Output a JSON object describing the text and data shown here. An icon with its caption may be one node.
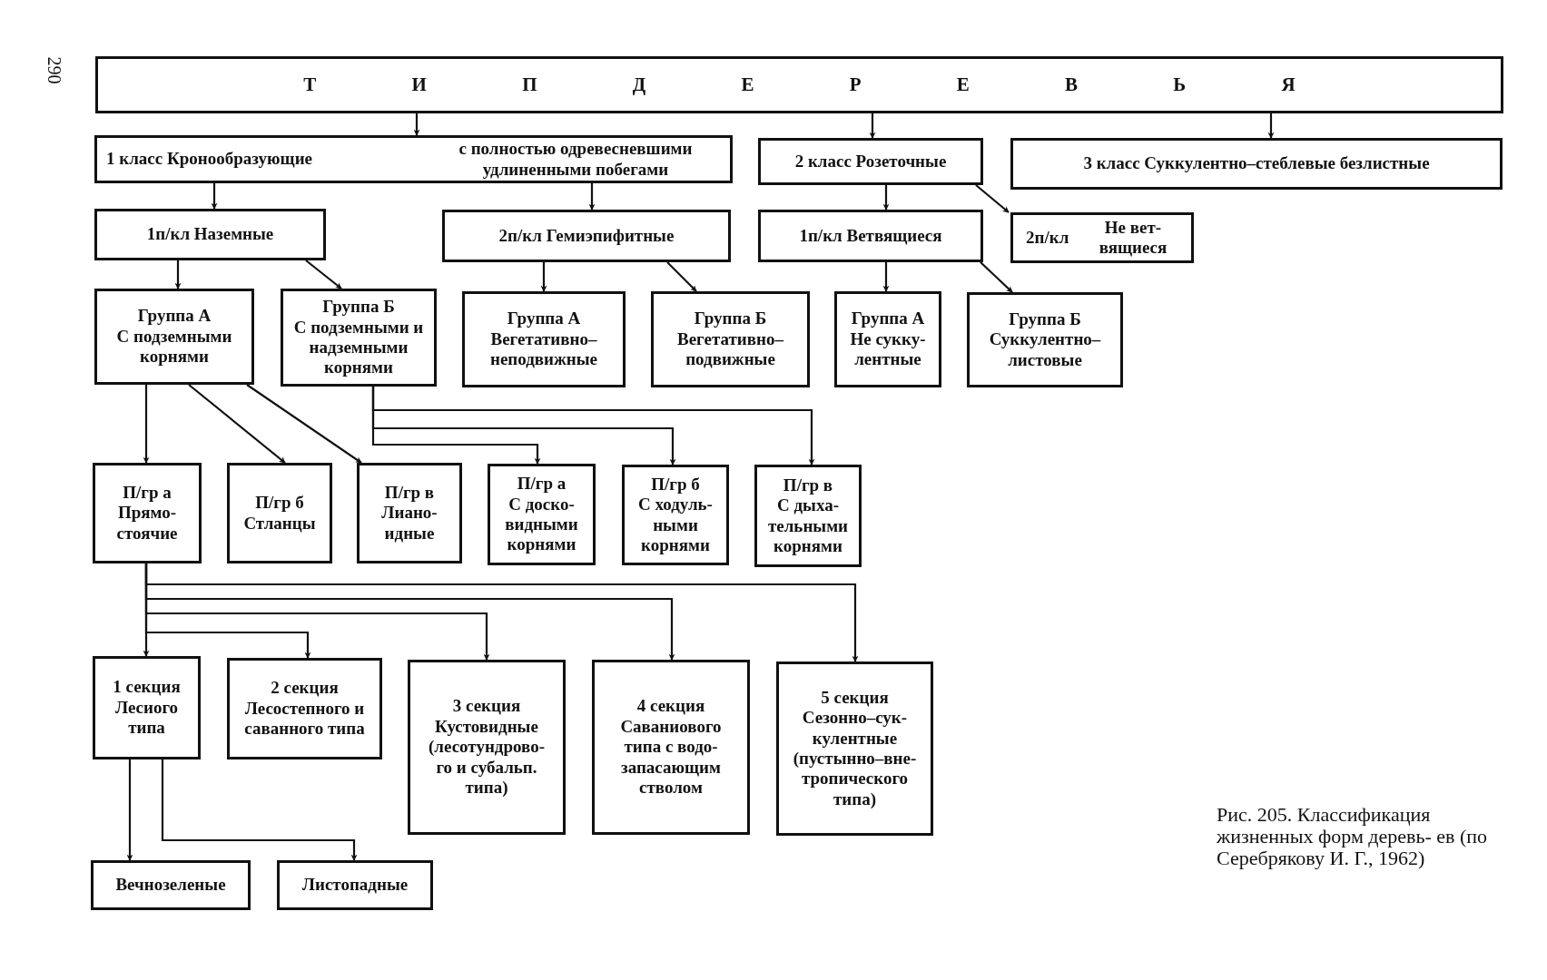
{
  "diagram": {
    "caption": "Рис. 205. Классификация жизненных форм деревь- ев (по Серебрякову И. Г., 1962)",
    "nodes": [
      {
        "text": [
          "Т И П Д Е Р Е В Ь Я"
        ]
      },
      {
        "text": [
          "1 класс Кронообразующие",
          "с полностью одревесневшими удлиненными побегами"
        ]
      },
      {
        "text": [
          "2 класс Розеточные"
        ]
      },
      {
        "text": [
          "3 класс Суккулентно–стеблевые безлистные"
        ]
      },
      {
        "text": [
          "1п/кл Наземные"
        ]
      },
      {
        "text": [
          "2п/кл Гемиэпифитные"
        ]
      },
      {
        "text": [
          "1п/кл Ветвящиеся"
        ]
      },
      {
        "text": [
          "2п/кл",
          "Не вет- вящиеся"
        ]
      },
      {
        "text": [
          "Группа А",
          "С подземными корнями"
        ]
      },
      {
        "text": [
          "Группа Б",
          "С подземными и надземными корнями"
        ]
      },
      {
        "text": [
          "Группа А",
          "Вегетативно– неподвижные"
        ]
      },
      {
        "text": [
          "Группа Б",
          "Вегетативно– подвижные"
        ]
      },
      {
        "text": [
          "Группа А",
          "Не сукку- лентные"
        ]
      },
      {
        "text": [
          "Группа Б",
          "Суккулентно– листовые"
        ]
      },
      {
        "text": [
          "П/гр а",
          "Прямо- стоячие"
        ]
      },
      {
        "text": [
          "П/гр б",
          "Стланцы"
        ]
      },
      {
        "text": [
          "П/гр в",
          "Лиано- идные"
        ]
      },
      {
        "text": [
          "П/гр а",
          "С доско- видными корнями"
        ]
      },
      {
        "text": [
          "П/гр б",
          "С ходуль- ными корнями"
        ]
      },
      {
        "text": [
          "П/гр в",
          "С дыха- тельными корнями"
        ]
      },
      {
        "text": [
          "1 секция",
          "Лесиого типа"
        ]
      },
      {
        "text": [
          "2 секция",
          "Лесостепного и саванного типа"
        ]
      },
      {
        "text": [
          "3 секция",
          "Кустовидные (лесотундрово- го и субальп. типа)"
        ]
      },
      {
        "text": [
          "4 секция",
          "Саваниового типа с водо- запасающим стволом"
        ]
      },
      {
        "text": [
          "5 секция",
          "Сезонно–сук- кулентные (пустынно–вне- тропического типа)"
        ]
      },
      {
        "text": [
          "Вечнозеленые"
        ]
      },
      {
        "text": [
          "Листопадные"
        ]
      }
    ],
    "edges": [
      {
        "from": 0,
        "to": 1,
        "arrow": "to"
      },
      {
        "from": 0,
        "to": 2,
        "arrow": "to"
      },
      {
        "from": 0,
        "to": 3,
        "arrow": "to"
      },
      {
        "from": 1,
        "to": 4,
        "arrow": "to"
      },
      {
        "from": 1,
        "to": 5,
        "arrow": "to"
      },
      {
        "from": 2,
        "to": 6,
        "arrow": "to"
      },
      {
        "from": 2,
        "to": 7,
        "arrow": "to"
      },
      {
        "from": 4,
        "to": 8,
        "arrow": "to"
      },
      {
        "from": 4,
        "to": 9,
        "arrow": "to"
      },
      {
        "from": 5,
        "to": 10,
        "arrow": "to"
      },
      {
        "from": 5,
        "to": 11,
        "arrow": "to"
      },
      {
        "from": 6,
        "to": 12,
        "arrow": "to"
      },
      {
        "from": 6,
        "to": 13,
        "arrow": "to"
      },
      {
        "from": 8,
        "to": 14,
        "arrow": "to"
      },
      {
        "from": 8,
        "to": 15,
        "arrow": "to"
      },
      {
        "from": 8,
        "to": 16,
        "arrow": "to"
      },
      {
        "from": 9,
        "to": 17,
        "arrow": "to"
      },
      {
        "from": 9,
        "to": 18,
        "arrow": "to"
      },
      {
        "from": 9,
        "to": 19,
        "arrow": "to"
      },
      {
        "from": 14,
        "to": 20,
        "arrow": "to"
      },
      {
        "from": 14,
        "to": 21,
        "arrow": "to"
      },
      {
        "from": 14,
        "to": 22,
        "arrow": "to"
      },
      {
        "from": 14,
        "to": 23,
        "arrow": "to"
      },
      {
        "from": 14,
        "to": 24,
        "arrow": "to"
      },
      {
        "from": 20,
        "to": 25,
        "arrow": "to"
      },
      {
        "from": 20,
        "to": 26,
        "arrow": "to"
      }
    ],
    "labels": [
      "290"
    ]
  }
}
